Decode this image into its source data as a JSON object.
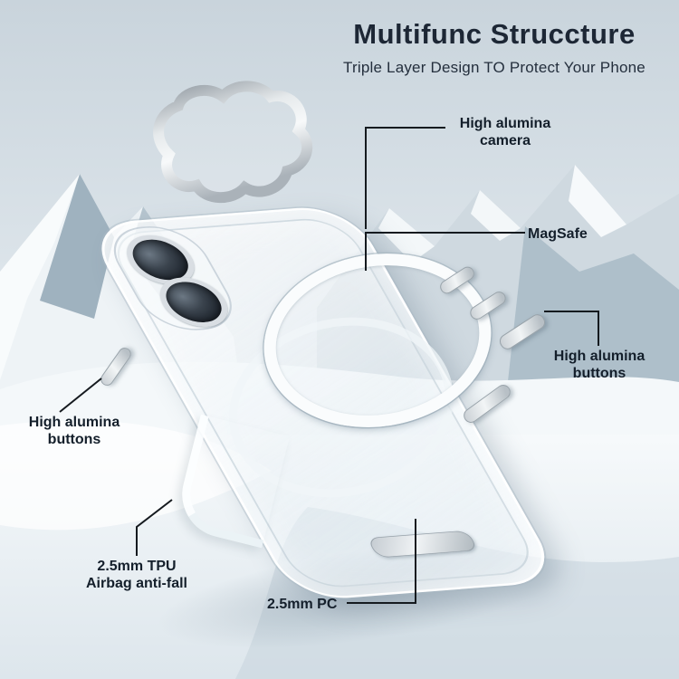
{
  "heading": {
    "title": "Multifunc Struccture",
    "subtitle": "Triple Layer Design TO Protect Your Phone"
  },
  "callouts": {
    "camera": {
      "line1": "High alumina",
      "line2": "camera"
    },
    "magsafe": {
      "label": "MagSafe"
    },
    "buttons_right": {
      "line1": "High alumina",
      "line2": "buttons"
    },
    "buttons_left": {
      "line1": "High alumina",
      "line2": "buttons"
    },
    "tpu": {
      "line1": "2.5mm TPU",
      "line2": "Airbag anti-fall"
    },
    "pc": {
      "label": "2.5mm PC"
    }
  },
  "colors": {
    "heading_text": "#1d2735",
    "callout_text": "#141f2b",
    "callout_line": "#151a1f",
    "metal_silver": "#d7dcdf",
    "sky_top": "#c9d4dc",
    "snow": "#f4f8fa"
  }
}
